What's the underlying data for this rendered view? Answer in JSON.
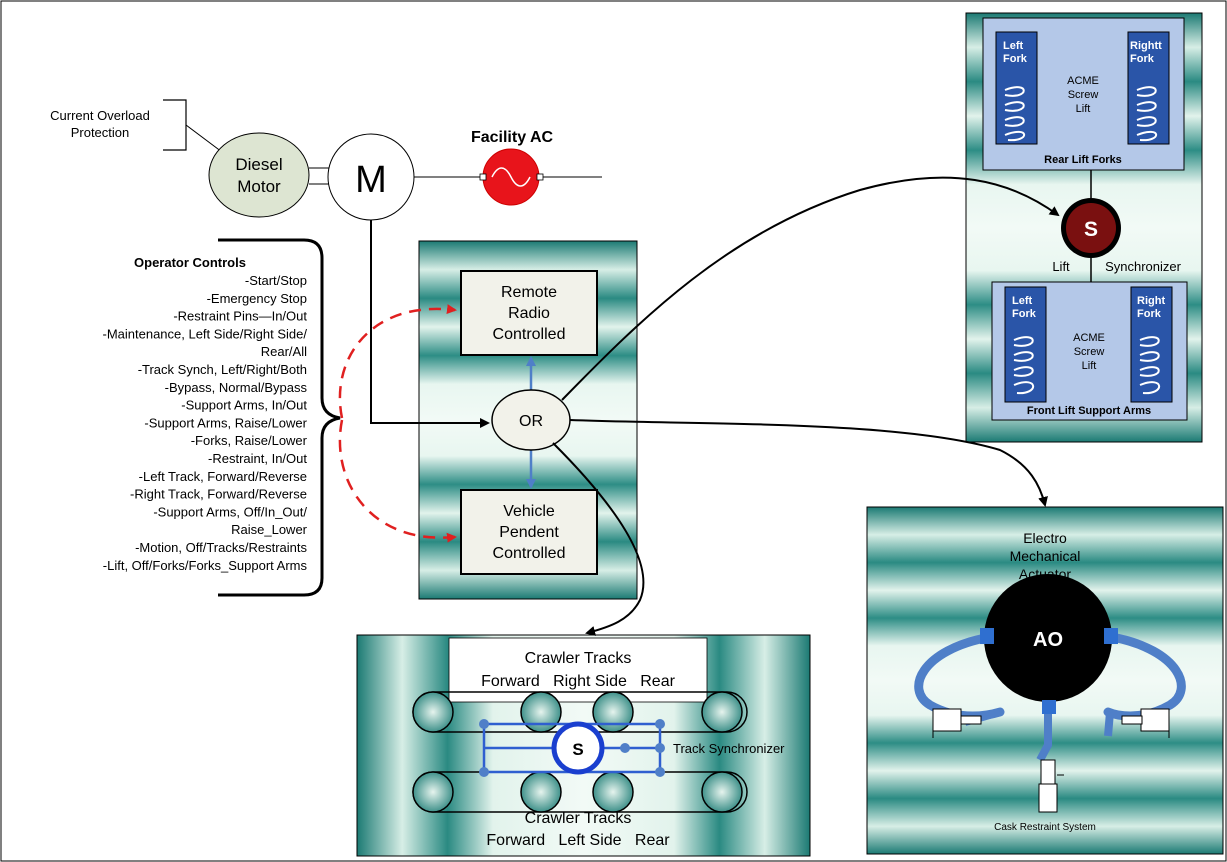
{
  "overload": {
    "line1": "Current Overload",
    "line2": "Protection"
  },
  "diesel": {
    "line1": "Diesel",
    "line2": "Motor"
  },
  "motor_label": "M",
  "facility_ac": "Facility AC",
  "operator_controls": {
    "title": "Operator Controls",
    "items": [
      "-Start/Stop",
      "-Emergency Stop",
      "-Restraint Pins—In/Out",
      "-Maintenance, Left Side/Right Side/",
      "Rear/All",
      "-Track Synch, Left/Right/Both",
      "-Bypass, Normal/Bypass",
      "-Support Arms, In/Out",
      "-Support Arms, Raise/Lower",
      "-Forks, Raise/Lower",
      "-Restraint, In/Out",
      "-Left Track, Forward/Reverse",
      "-Right Track, Forward/Reverse",
      "-Support Arms, Off/In_Out/",
      "Raise_Lower",
      "-Motion, Off/Tracks/Restraints",
      "-Lift, Off/Forks/Forks_Support Arms"
    ]
  },
  "remote": {
    "line1": "Remote",
    "line2": "Radio",
    "line3": "Controlled"
  },
  "or_label": "OR",
  "pendent": {
    "line1": "Vehicle",
    "line2": "Pendent",
    "line3": "Controlled"
  },
  "rear_forks": {
    "left": {
      "line1": "Left",
      "line2": "Fork"
    },
    "right": {
      "line1": "Rightt",
      "line2": "Fork"
    },
    "acme": {
      "line1": "ACME",
      "line2": "Screw",
      "line3": "Lift"
    },
    "title": "Rear Lift Forks"
  },
  "sync": {
    "letter": "S",
    "lift": "Lift",
    "label": "Synchronizer"
  },
  "front_arms": {
    "left": {
      "line1": "Left",
      "line2": "Fork"
    },
    "right": {
      "line1": "Right",
      "line2": "Fork"
    },
    "acme": {
      "line1": "ACME",
      "line2": "Screw",
      "line3": "Lift"
    },
    "title": "Front Lift Support Arms"
  },
  "tracks": {
    "top_title": "Crawler Tracks",
    "top_sub": "Forward   Right Side   Rear",
    "sync_letter": "S",
    "sync_label": "Track Synchronizer",
    "bottom_title": "Crawler Tracks",
    "bottom_sub": "Forward   Left Side   Rear"
  },
  "actuator": {
    "line1": "Electro",
    "line2": "Mechanical",
    "line3": "Actuator",
    "center": "AO",
    "caption": "Cask Restraint System"
  },
  "colors": {
    "teal_dark": "#1a7a74",
    "teal_light": "#e8f5ef",
    "panel_blue": "#b4c8e8",
    "fork_blue": "#2a55a8",
    "link_blue": "#4f7fc8",
    "ac_red": "#e8141b",
    "sync_maroon": "#7a1010",
    "diesel_green": "#dde5d2",
    "dash_red": "#e02020"
  }
}
